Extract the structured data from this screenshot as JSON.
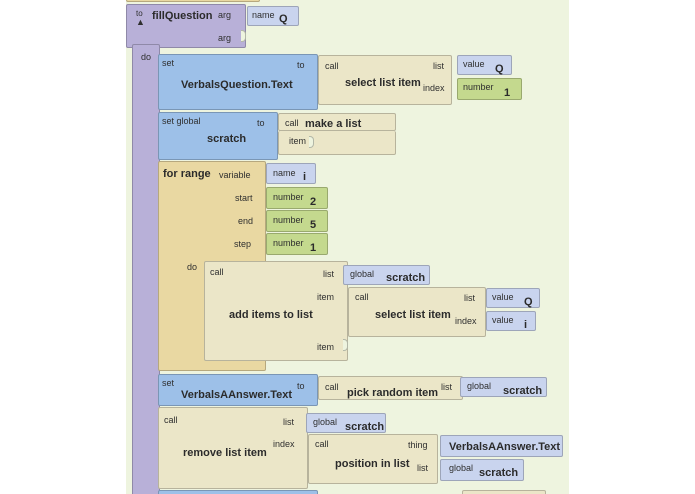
{
  "procedure": {
    "keyword_to": "to",
    "name": "fillQuestion",
    "arg_label": "arg",
    "args": [
      {
        "label": "name",
        "value": "Q"
      },
      {
        "label": "",
        "value": ""
      }
    ],
    "do_label": "do"
  },
  "set_question": {
    "set_label": "set",
    "target": "VerbalsQuestion.Text",
    "to_label": "to",
    "call_label": "call",
    "func": "select list item",
    "list_label": "list",
    "list_value_tag": "value",
    "list_value": "Q",
    "index_label": "index",
    "index_tag": "number",
    "index_value": "1"
  },
  "set_scratch": {
    "set_label": "set global",
    "target": "scratch",
    "to_label": "to",
    "call_label": "call",
    "func": "make a list",
    "item_label": "item"
  },
  "for_range": {
    "label": "for range",
    "variable_label": "variable",
    "var_tag": "name",
    "var_value": "i",
    "start_label": "start",
    "start_tag": "number",
    "start_value": "2",
    "end_label": "end",
    "end_tag": "number",
    "end_value": "5",
    "step_label": "step",
    "step_tag": "number",
    "step_value": "1",
    "do_label": "do"
  },
  "add_items": {
    "call_label": "call",
    "func": "add items to list",
    "list_label": "list",
    "list_tag": "global",
    "list_value": "scratch",
    "item_label": "item",
    "inner_call_label": "call",
    "inner_func": "select list item",
    "inner_list_label": "list",
    "inner_list_tag": "value",
    "inner_list_value": "Q",
    "inner_index_label": "index",
    "inner_index_tag": "value",
    "inner_index_value": "i",
    "item2_label": "item"
  },
  "set_answer": {
    "set_label": "set",
    "target": "VerbalsAAnswer.Text",
    "to_label": "to",
    "call_label": "call",
    "func": "pick random item",
    "list_label": "list",
    "list_tag": "global",
    "list_value": "scratch"
  },
  "remove_item": {
    "call_label": "call",
    "func": "remove list item",
    "list_label": "list",
    "list_tag": "global",
    "list_value": "scratch",
    "index_label": "index",
    "inner_call_label": "call",
    "inner_func": "position in list",
    "thing_label": "thing",
    "thing_value": "VerbalsAAnswer.Text",
    "inner_list_label": "list",
    "inner_list_tag": "global",
    "inner_list_value": "scratch"
  },
  "colors": {
    "canvas": "#eef4df",
    "procedure": "#b8b0d8",
    "setter": "#9dc0e8",
    "list_call": "#ebe6c8",
    "control": "#e9d8a2",
    "number": "#c4d98e",
    "getter": "#c9d4ee"
  }
}
